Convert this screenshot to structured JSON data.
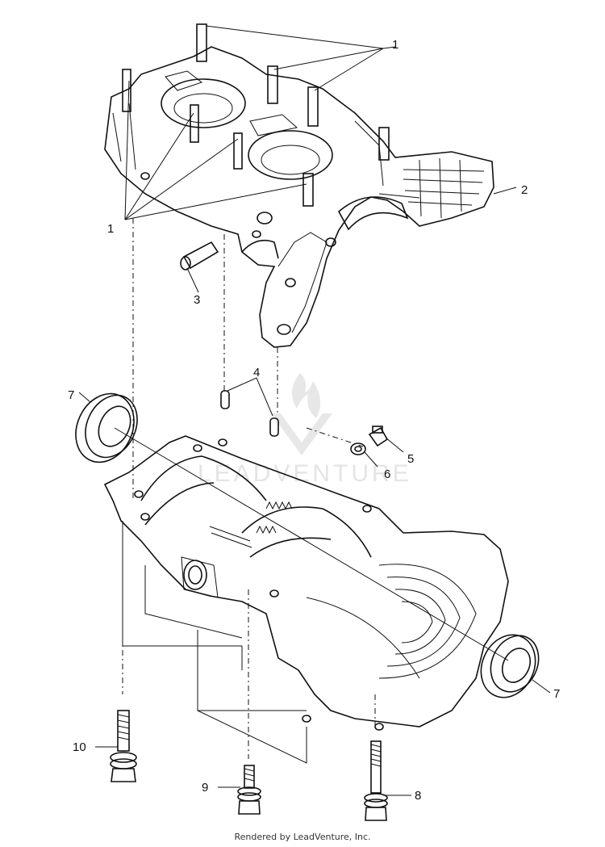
{
  "diagram": {
    "callouts": [
      {
        "id": "c1a",
        "label": "1"
      },
      {
        "id": "c1b",
        "label": "1"
      },
      {
        "id": "c2",
        "label": "2"
      },
      {
        "id": "c3",
        "label": "3"
      },
      {
        "id": "c4",
        "label": "4"
      },
      {
        "id": "c5",
        "label": "5"
      },
      {
        "id": "c6",
        "label": "6"
      },
      {
        "id": "c7a",
        "label": "7"
      },
      {
        "id": "c7b",
        "label": "7"
      },
      {
        "id": "c8",
        "label": "8"
      },
      {
        "id": "c9",
        "label": "9"
      },
      {
        "id": "c10",
        "label": "10"
      }
    ],
    "watermark": "LEADVENTURE",
    "footer": "Rendered by LeadVenture, Inc."
  }
}
